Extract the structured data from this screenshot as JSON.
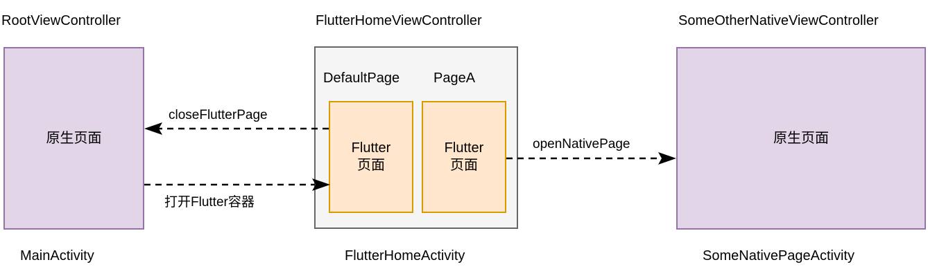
{
  "diagram": {
    "title_labels": [
      {
        "id": "root-view-controller",
        "text": "RootViewController"
      },
      {
        "id": "flutter-home-view-controller",
        "text": "FlutterHomeViewController"
      },
      {
        "id": "some-other-native-view-controller",
        "text": "SomeOtherNativeViewController"
      }
    ],
    "bottom_labels": [
      {
        "id": "main-activity",
        "text": "MainActivity"
      },
      {
        "id": "flutter-home-activity",
        "text": "FlutterHomeActivity"
      },
      {
        "id": "some-native-page-activity",
        "text": "SomeNativePageActivity"
      }
    ],
    "nodes": {
      "left_native": {
        "text": "原生页面"
      },
      "right_native": {
        "text": "原生页面"
      },
      "default_page": {
        "label": "DefaultPage",
        "line1": "Flutter",
        "line2": "页面"
      },
      "page_a": {
        "label": "PageA",
        "line1": "Flutter",
        "line2": "页面"
      }
    },
    "edges": [
      {
        "id": "close-flutter-page",
        "label": "closeFlutterPage",
        "direction": "left"
      },
      {
        "id": "open-flutter-container",
        "label": "打开Flutter容器",
        "direction": "right"
      },
      {
        "id": "open-native-page",
        "label": "openNativePage",
        "direction": "right"
      }
    ],
    "colors": {
      "native_fill": "#e1d5e7",
      "native_stroke": "#9673a6",
      "flutter_fill": "#ffe6cc",
      "flutter_stroke": "#d79b00",
      "container_fill": "#f5f5f5",
      "container_stroke": "#666666",
      "arrow": "#000000",
      "background": "#ffffff",
      "text": "#000000"
    }
  }
}
